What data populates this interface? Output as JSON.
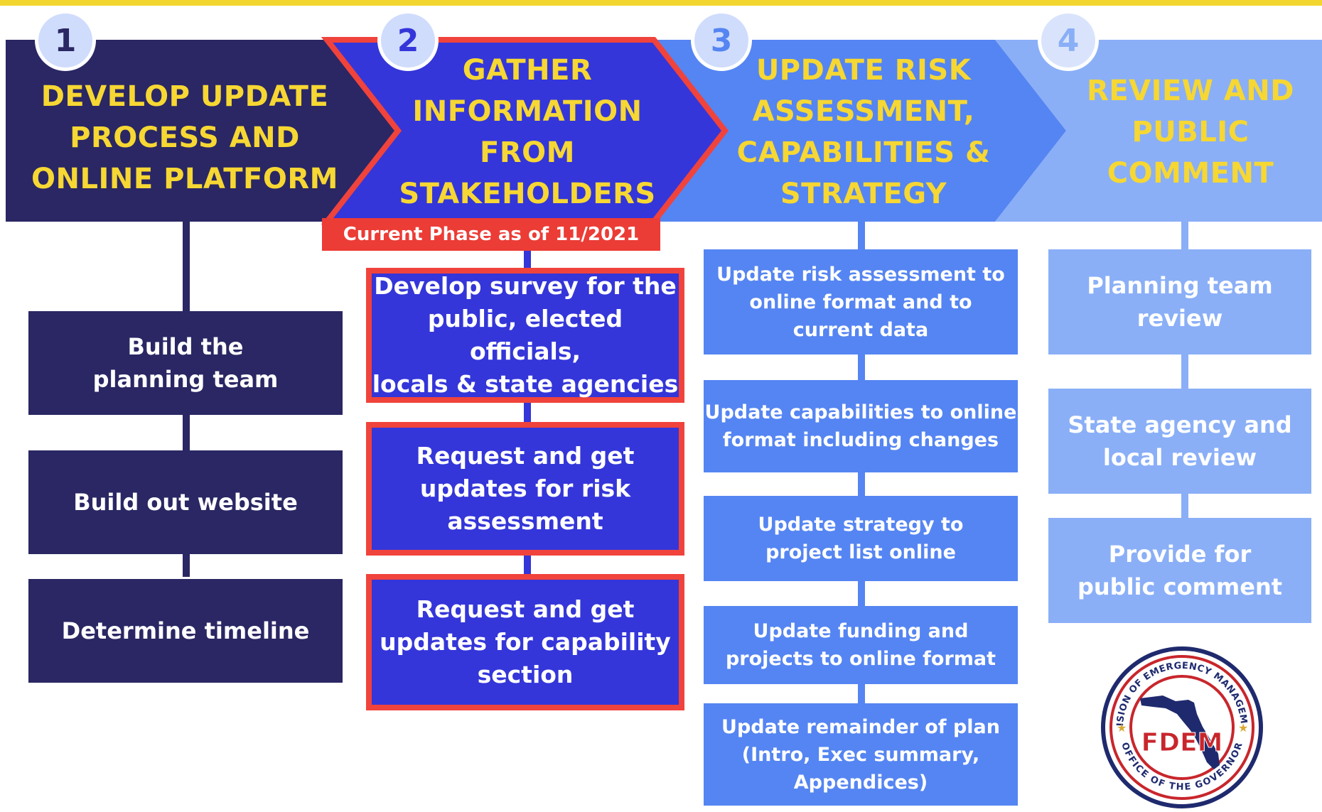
{
  "colors": {
    "banner": "#f2d62f",
    "phase1": "#2a2764",
    "phase2": "#3436d9",
    "phase2_border": "#f0433c",
    "phase3": "#5585f2",
    "phase4": "#8aaff7",
    "title_text": "#f6d733"
  },
  "phases": [
    {
      "number": "1",
      "title": "DEVELOP UPDATE\nPROCESS AND\nONLINE PLATFORM",
      "steps": [
        "Build the\nplanning team",
        "Build out website",
        "Determine timeline"
      ]
    },
    {
      "number": "2",
      "title": "GATHER\nINFORMATION\nFROM\nSTAKEHOLDERS",
      "current_label": "Current Phase as of 11/2021",
      "steps": [
        "Develop survey for the\npublic, elected officials,\nlocals & state agencies",
        "Request and get\nupdates for risk\nassessment",
        "Request and get\nupdates for capability\nsection"
      ]
    },
    {
      "number": "3",
      "title": "UPDATE RISK\nASSESSMENT,\nCAPABILITIES &\nSTRATEGY",
      "steps": [
        "Update risk assessment to\nonline format and to\ncurrent data",
        "Update capabilities to online\nformat including changes",
        "Update strategy to\nproject list online",
        "Update funding and\nprojects to online format",
        "Update remainder of plan\n(Intro, Exec summary,\nAppendices)"
      ]
    },
    {
      "number": "4",
      "title": "REVIEW AND\nPUBLIC\nCOMMENT",
      "steps": [
        "Planning team\nreview",
        "State agency and\nlocal review",
        "Provide for\npublic comment"
      ]
    }
  ],
  "logo": {
    "ring_text_top": "DIVISION OF EMERGENCY MANAGEMENT",
    "ring_text_bottom": "OFFICE OF THE GOVERNOR",
    "acronym": "FDEM",
    "icon": "florida-map-icon"
  }
}
